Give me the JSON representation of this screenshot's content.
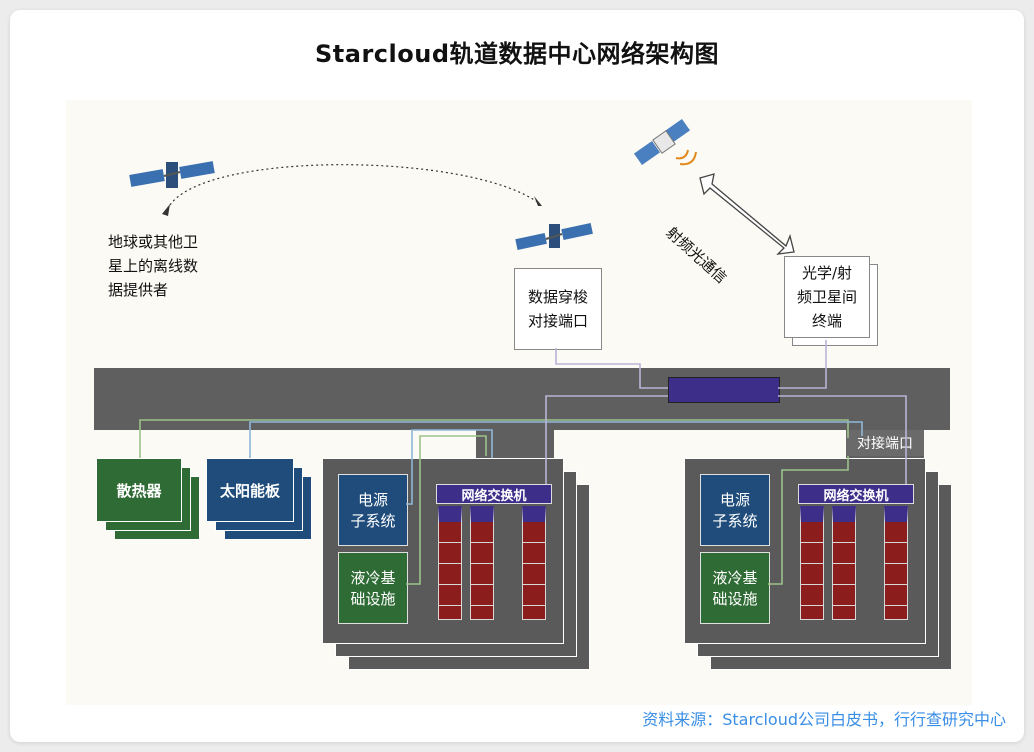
{
  "title": "Starcloud轨道数据中心网络架构图",
  "labels": {
    "offline_provider": [
      "地球或其他卫",
      "星上的离线数",
      "据提供者"
    ],
    "shuttle_port": [
      "数据穿梭",
      "对接端口"
    ],
    "rf_optical": "射频光通信",
    "inter_sat_terminal": [
      "光学/射",
      "频卫星间",
      "终端"
    ],
    "radiator": "散热器",
    "solar": "太阳能板",
    "docking_port": "对接端口",
    "power": [
      "电源",
      "子系统"
    ],
    "cooling": [
      "液冷基",
      "础设施"
    ],
    "switch": "网络交换机"
  },
  "source": "资料来源：Starcloud公司白皮书，行行查研究中心",
  "colors": {
    "bus": "#5f5f5f",
    "navy": "#1f4c7a",
    "green": "#2f6b34",
    "purple": "#3d2e8a",
    "rack": "#8b1d1d",
    "source_text": "#3a8ee6"
  }
}
